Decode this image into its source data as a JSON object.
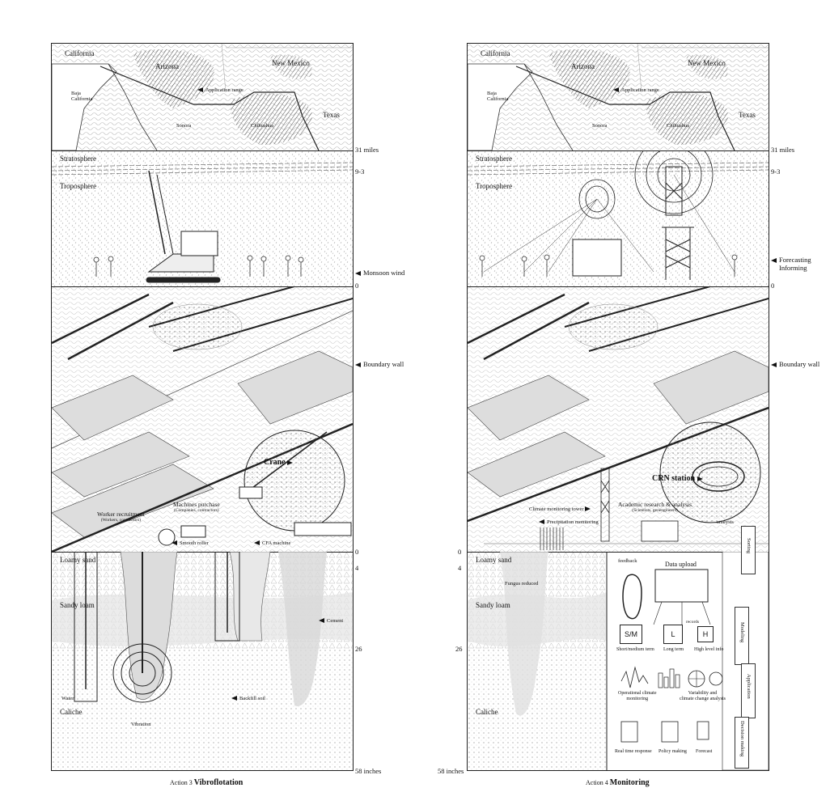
{
  "map": {
    "california": "California",
    "arizona": "Arizona",
    "new_mexico": "New Mexico",
    "baja": "Baja\nCalifornia",
    "sonora": "Sonora",
    "chihuahua": "Chihuahua",
    "texas": "Texas",
    "application_range": "Application range"
  },
  "scale": {
    "miles_31": "31 miles",
    "nine_three": "9-3",
    "zero_top": "0",
    "zero_bottom": "0",
    "four": "4",
    "twenty_six": "26",
    "inches_58": "58 inches"
  },
  "atmosphere": {
    "stratosphere": "Stratosphere",
    "troposphere": "Troposphere"
  },
  "soil": {
    "loamy_sand": "Loamy sand",
    "sandy_loam": "Sandy loam",
    "caliche": "Caliche"
  },
  "left": {
    "monsoon_wind": "Monsoon wind",
    "boundary_wall": "Boundary wall",
    "crane": "Crane",
    "worker_recruitment": "Worker recruitment",
    "worker_sub": "(Workers, contractors)",
    "machines_purchase": "Machines purchase",
    "machines_sub": "(Companies, contractors)",
    "smooth_roller": "Smooth roller",
    "cfa_machine": "CFA machine",
    "cement": "Cement",
    "water": "Water",
    "backfill_soil": "Backfill soil",
    "vibration": "Vibration",
    "caption_prefix": "Action 3",
    "caption_title": "Vibroflotation"
  },
  "right": {
    "forecasting": "Forecasting\nInforming",
    "boundary_wall": "Boundary wall",
    "crn_station": "CRN station",
    "climate_tower": "Climate monitoring tower",
    "precip_monitoring": "Precipitation monitoring",
    "academic": "Academic research & analysis",
    "academic_sub": "(Scientists, geoengineers)",
    "analysis": "analysis",
    "fungus_reduced": "Fungus reduced",
    "feedback": "feedback",
    "data_upload": "Data upload",
    "sm": "S/M",
    "l": "L",
    "h": "H",
    "records": "records",
    "short_medium": "Short/medium term",
    "long_term": "Long term",
    "high_level": "High level info",
    "operational": "Operational climate\nmonitoring",
    "variability": "Variability and\nclimate change analysis",
    "real_time": "Real time response",
    "policy": "Policy making",
    "forecast": "Forecast",
    "sorting": "Sorting",
    "modeling": "Modeling",
    "application": "Application",
    "decision": "Decision making",
    "caption_prefix": "Action 4",
    "caption_title": "Monitoring"
  }
}
